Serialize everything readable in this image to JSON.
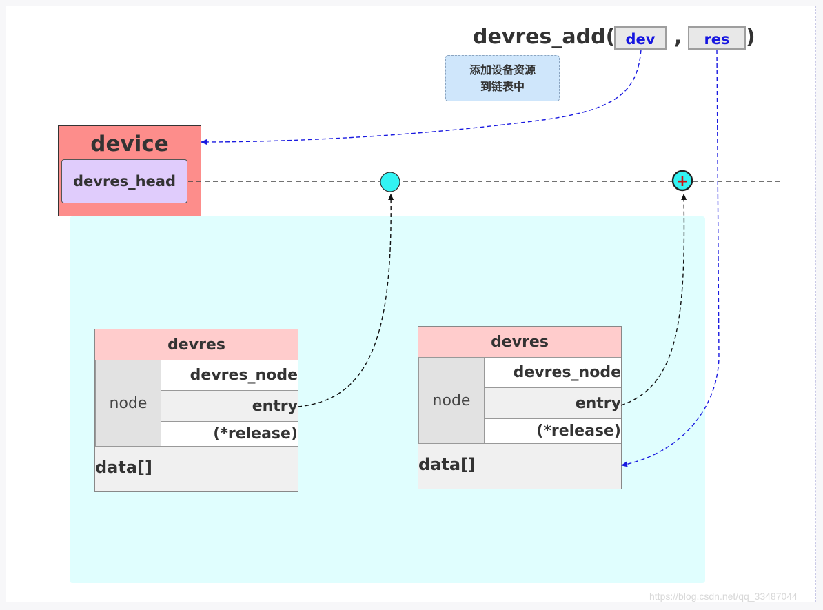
{
  "call": {
    "function": "devres_add(",
    "arg1": "dev",
    "comma": ",",
    "arg2": "res",
    "close": ")"
  },
  "callout": {
    "line1": "添加设备资源",
    "line2": "到链表中"
  },
  "device": {
    "title": "device",
    "head_label": "devres_head"
  },
  "devres_blocks": [
    {
      "title": "devres",
      "node_label": "node",
      "fields": [
        "devres_node",
        "entry",
        "(*release)"
      ],
      "data_label": "data[]"
    },
    {
      "title": "devres",
      "node_label": "node",
      "fields": [
        "devres_node",
        "entry",
        "(*release)"
      ],
      "data_label": "data[]"
    }
  ],
  "list_markers": [
    {
      "type": "circle",
      "symbol": ""
    },
    {
      "type": "circle-plus",
      "symbol": "+"
    }
  ],
  "colors": {
    "device_fill": "#fd8d8b",
    "head_fill": "#e0ccfc",
    "region_fill": "#e0fefe",
    "devres_header_fill": "#ffcccc",
    "node_fill": "#e2e2e2",
    "arg_text": "#1515e0",
    "marker_fill": "#33f3f3",
    "callout_fill": "#cfe6fb"
  },
  "watermark": "https://blog.csdn.net/qq_33487044"
}
